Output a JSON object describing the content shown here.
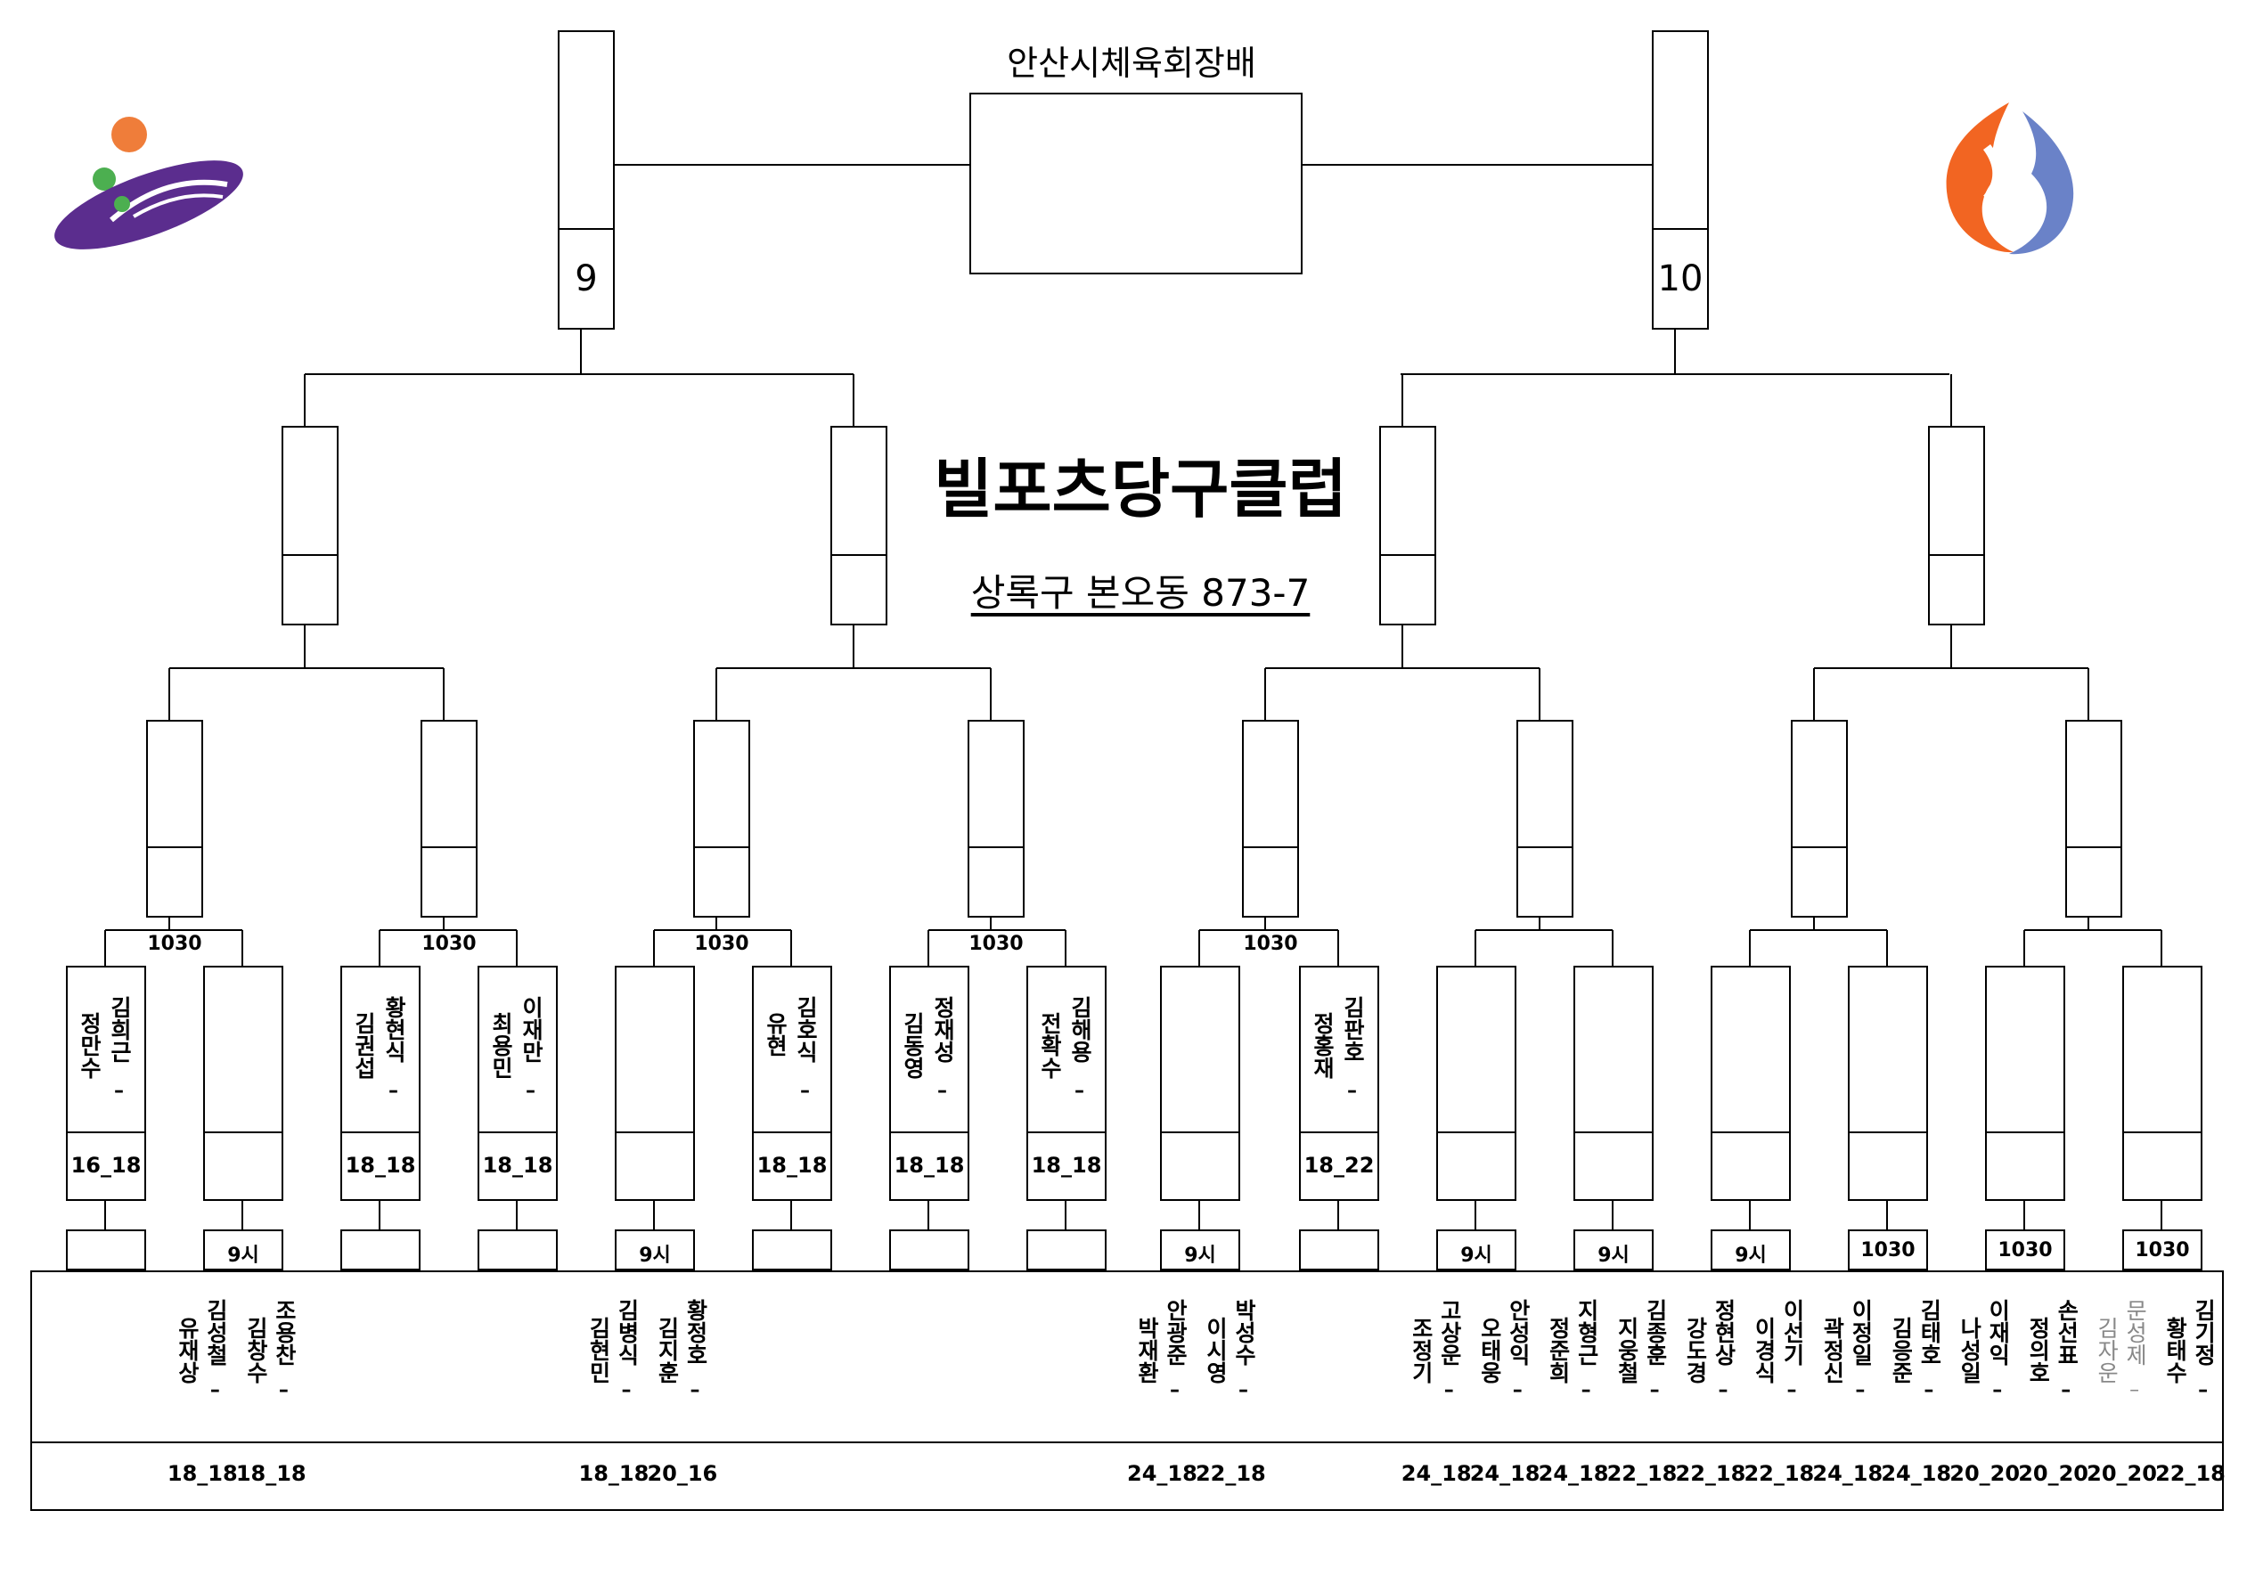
{
  "header": {
    "title": "안산시체육회장배",
    "club_name": "빌포츠당구클럽",
    "address": "상록구 본오동 873-7"
  },
  "seeds": {
    "left": "9",
    "right": "10"
  },
  "logos": {
    "left": "city-emblem-icon",
    "right": "flame-s-logo-icon"
  },
  "colors": {
    "orange": "#ef7d3a",
    "purple": "#5b2d8e",
    "green": "#4caf50",
    "blue": "#6a82c8",
    "flame": "#f26522"
  },
  "r2": [
    {
      "names": [
        "김희근",
        "정만수"
      ],
      "score": "16_18",
      "time": "1030"
    },
    {
      "names": [],
      "score": "",
      "time": ""
    },
    {
      "names": [
        "황현식",
        "김권섭"
      ],
      "score": "18_18",
      "time": "1030"
    },
    {
      "names": [
        "이재만",
        "최용민"
      ],
      "score": "18_18",
      "time": ""
    },
    {
      "names": [],
      "score": "",
      "time": "1030"
    },
    {
      "names": [
        "김호식",
        "유현"
      ],
      "score": "18_18",
      "time": ""
    },
    {
      "names": [
        "정재성",
        "김동영"
      ],
      "score": "18_18",
      "time": "1030"
    },
    {
      "names": [
        "김해용",
        "전확수"
      ],
      "score": "18_18",
      "time": ""
    },
    {
      "names": [],
      "score": "",
      "time": "1030"
    },
    {
      "names": [
        "김판호",
        "정홍재"
      ],
      "score": "18_22",
      "time": ""
    },
    {
      "names": [],
      "score": "",
      "time": ""
    },
    {
      "names": [],
      "score": "",
      "time": ""
    },
    {
      "names": [],
      "score": "",
      "time": ""
    },
    {
      "names": [],
      "score": "",
      "time": ""
    },
    {
      "names": [],
      "score": "",
      "time": ""
    },
    {
      "names": [],
      "score": "",
      "time": ""
    }
  ],
  "r1_times": [
    "",
    "9시",
    "",
    "",
    "9시",
    "",
    "",
    "",
    "9시",
    "",
    "9시",
    "9시",
    "9시",
    "1030",
    "1030",
    "1030"
  ],
  "r1": [
    {
      "names": [],
      "score": ""
    },
    {
      "names": [],
      "score": ""
    },
    {
      "names": [
        "김성철",
        "유재상"
      ],
      "score": "18_18"
    },
    {
      "names": [
        "조용찬",
        "김창수"
      ],
      "score": "18_18"
    },
    {
      "names": [],
      "score": ""
    },
    {
      "names": [],
      "score": ""
    },
    {
      "names": [],
      "score": ""
    },
    {
      "names": [],
      "score": ""
    },
    {
      "names": [
        "김병식",
        "김현민"
      ],
      "score": "18_18"
    },
    {
      "names": [
        "황정호",
        "김지훈"
      ],
      "score": "20_16"
    },
    {
      "names": [],
      "score": ""
    },
    {
      "names": [],
      "score": ""
    },
    {
      "names": [],
      "score": ""
    },
    {
      "names": [],
      "score": ""
    },
    {
      "names": [],
      "score": ""
    },
    {
      "names": [],
      "score": ""
    },
    {
      "names": [
        "안광준",
        "박재환"
      ],
      "score": "24_18"
    },
    {
      "names": [
        "박성수",
        "이시영"
      ],
      "score": "22_18"
    },
    {
      "names": [],
      "score": ""
    },
    {
      "names": [],
      "score": ""
    },
    {
      "names": [
        "고상운",
        "조정기"
      ],
      "score": "24_18"
    },
    {
      "names": [
        "안성익",
        "오태웅"
      ],
      "score": "24_18"
    },
    {
      "names": [
        "지형근",
        "정준희"
      ],
      "score": "24_18"
    },
    {
      "names": [
        "김종훈",
        "지웅철"
      ],
      "score": "22_18"
    },
    {
      "names": [
        "정현상",
        "강도경"
      ],
      "score": "22_18"
    },
    {
      "names": [
        "이선기",
        "이경식"
      ],
      "score": "22_18"
    },
    {
      "names": [
        "이정일",
        "곽정신"
      ],
      "score": "24_18"
    },
    {
      "names": [
        "김태호",
        "김응준"
      ],
      "score": "24_18"
    },
    {
      "names": [
        "이재익",
        "나성일"
      ],
      "score": "20_20"
    },
    {
      "names": [
        "손선표",
        "정의호"
      ],
      "score": "20_20"
    },
    {
      "names": [
        "문성제",
        "김자운"
      ],
      "score": "20_20",
      "grey": true
    },
    {
      "names": [
        "김기정",
        "황태수"
      ],
      "score": "22_18"
    }
  ]
}
